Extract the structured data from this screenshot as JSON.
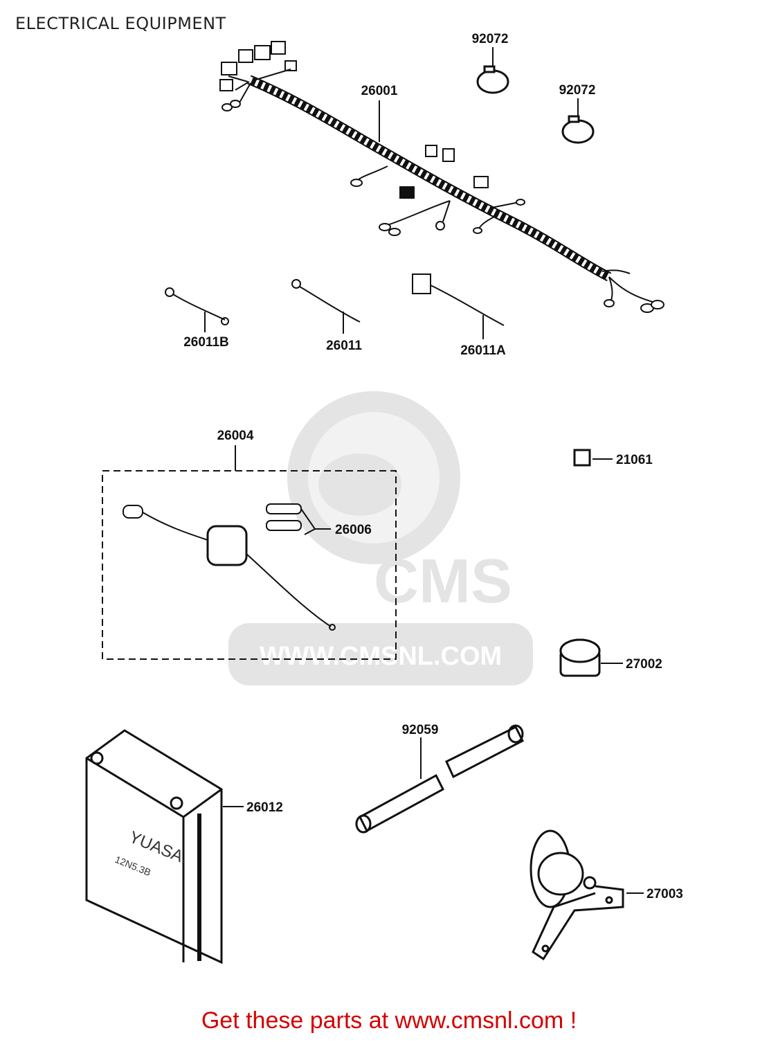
{
  "title": "ELECTRICAL EQUIPMENT",
  "footer": "Get these parts at www.cmsnl.com !",
  "watermark": {
    "brand": "CMS",
    "url": "WWW.CMSNL.COM"
  },
  "battery_markings": {
    "brand": "YUASA",
    "model": "12N5.3B"
  },
  "parts": {
    "p26001": "26001",
    "p92072a": "92072",
    "p92072b": "92072",
    "p26011b": "26011B",
    "p26011": "26011",
    "p26011a": "26011A",
    "p26004": "26004",
    "p26006": "26006",
    "p21061": "21061",
    "p27002": "27002",
    "p92059": "92059",
    "p26012": "26012",
    "p27003": "27003"
  },
  "colors": {
    "footer": "#d40000",
    "line": "#111111",
    "watermark": "#e4e4e4"
  }
}
